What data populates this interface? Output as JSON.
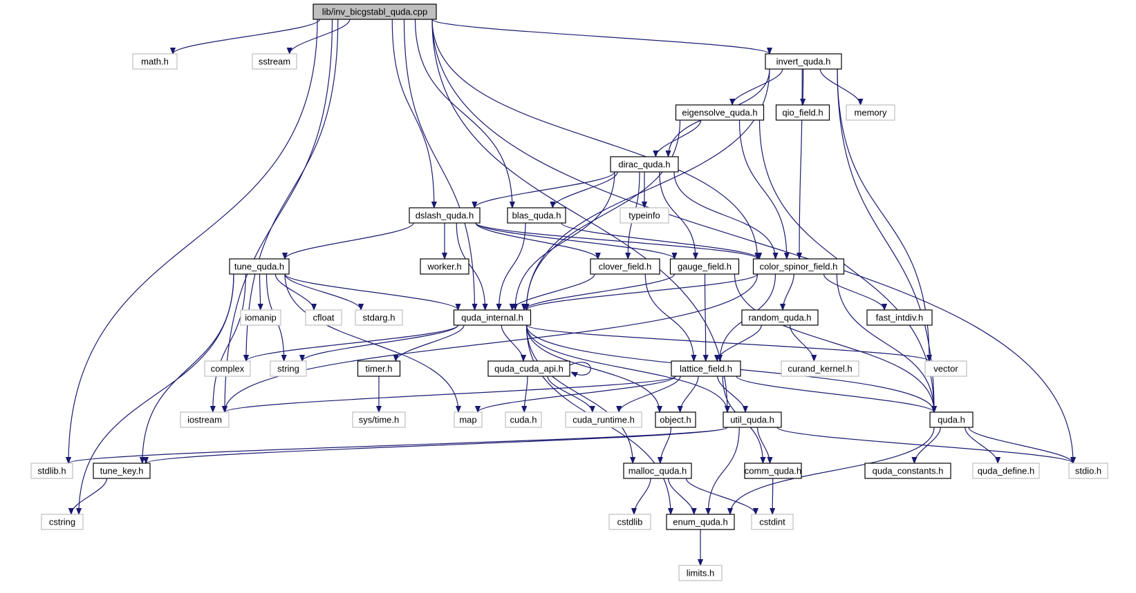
{
  "diagram": {
    "root": "lib/inv_bicgstabl_quda.cpp",
    "colors": {
      "edge": "#191970",
      "root_fill": "#bfbfbf",
      "header_border": "#000000",
      "system_border": "#bfbfbf"
    },
    "nodes": [
      {
        "id": "root",
        "label": "lib/inv_bicgstabl_quda.cpp",
        "kind": "root"
      },
      {
        "id": "math",
        "label": "math.h",
        "kind": "system"
      },
      {
        "id": "sstream",
        "label": "sstream",
        "kind": "system"
      },
      {
        "id": "invert",
        "label": "invert_quda.h",
        "kind": "header"
      },
      {
        "id": "eigensolve",
        "label": "eigensolve_quda.h",
        "kind": "header"
      },
      {
        "id": "qio",
        "label": "qio_field.h",
        "kind": "header"
      },
      {
        "id": "memory",
        "label": "memory",
        "kind": "system"
      },
      {
        "id": "dirac",
        "label": "dirac_quda.h",
        "kind": "header"
      },
      {
        "id": "dslash",
        "label": "dslash_quda.h",
        "kind": "header"
      },
      {
        "id": "blas",
        "label": "blas_quda.h",
        "kind": "header"
      },
      {
        "id": "typeinfo",
        "label": "typeinfo",
        "kind": "system"
      },
      {
        "id": "tune",
        "label": "tune_quda.h",
        "kind": "header"
      },
      {
        "id": "worker",
        "label": "worker.h",
        "kind": "header"
      },
      {
        "id": "clover",
        "label": "clover_field.h",
        "kind": "header"
      },
      {
        "id": "gauge",
        "label": "gauge_field.h",
        "kind": "header"
      },
      {
        "id": "csf",
        "label": "color_spinor_field.h",
        "kind": "header"
      },
      {
        "id": "iomanip",
        "label": "iomanip",
        "kind": "system"
      },
      {
        "id": "cfloat",
        "label": "cfloat",
        "kind": "system"
      },
      {
        "id": "stdarg",
        "label": "stdarg.h",
        "kind": "system"
      },
      {
        "id": "qinternal",
        "label": "quda_internal.h",
        "kind": "header"
      },
      {
        "id": "random",
        "label": "random_quda.h",
        "kind": "header"
      },
      {
        "id": "fastintdiv",
        "label": "fast_intdiv.h",
        "kind": "header"
      },
      {
        "id": "complex",
        "label": "complex",
        "kind": "system"
      },
      {
        "id": "string",
        "label": "string",
        "kind": "system"
      },
      {
        "id": "timer",
        "label": "timer.h",
        "kind": "header"
      },
      {
        "id": "cudaapi",
        "label": "quda_cuda_api.h",
        "kind": "header"
      },
      {
        "id": "lattice",
        "label": "lattice_field.h",
        "kind": "header"
      },
      {
        "id": "curand",
        "label": "curand_kernel.h",
        "kind": "system"
      },
      {
        "id": "vector",
        "label": "vector",
        "kind": "system"
      },
      {
        "id": "iostream",
        "label": "iostream",
        "kind": "system"
      },
      {
        "id": "systime",
        "label": "sys/time.h",
        "kind": "system"
      },
      {
        "id": "map",
        "label": "map",
        "kind": "system"
      },
      {
        "id": "cudah",
        "label": "cuda.h",
        "kind": "system"
      },
      {
        "id": "cudart",
        "label": "cuda_runtime.h",
        "kind": "system"
      },
      {
        "id": "object",
        "label": "object.h",
        "kind": "header"
      },
      {
        "id": "util",
        "label": "util_quda.h",
        "kind": "header"
      },
      {
        "id": "quda",
        "label": "quda.h",
        "kind": "header"
      },
      {
        "id": "stdlib",
        "label": "stdlib.h",
        "kind": "system"
      },
      {
        "id": "tunekey",
        "label": "tune_key.h",
        "kind": "header"
      },
      {
        "id": "malloc",
        "label": "malloc_quda.h",
        "kind": "header"
      },
      {
        "id": "comm",
        "label": "comm_quda.h",
        "kind": "header"
      },
      {
        "id": "constants",
        "label": "quda_constants.h",
        "kind": "header"
      },
      {
        "id": "define",
        "label": "quda_define.h",
        "kind": "system"
      },
      {
        "id": "stdio",
        "label": "stdio.h",
        "kind": "system"
      },
      {
        "id": "cstring",
        "label": "cstring",
        "kind": "system"
      },
      {
        "id": "cstdlib",
        "label": "cstdlib",
        "kind": "system"
      },
      {
        "id": "enum",
        "label": "enum_quda.h",
        "kind": "header"
      },
      {
        "id": "cstdint",
        "label": "cstdint",
        "kind": "system"
      },
      {
        "id": "limits",
        "label": "limits.h",
        "kind": "system"
      }
    ],
    "edges": [
      [
        "root",
        "math"
      ],
      [
        "root",
        "sstream"
      ],
      [
        "root",
        "invert"
      ],
      [
        "root",
        "stdlib"
      ],
      [
        "root",
        "iostream"
      ],
      [
        "root",
        "complex"
      ],
      [
        "root",
        "qinternal"
      ],
      [
        "root",
        "dslash"
      ],
      [
        "root",
        "blas"
      ],
      [
        "root",
        "csf"
      ],
      [
        "root",
        "util"
      ],
      [
        "root",
        "stdio"
      ],
      [
        "invert",
        "eigensolve"
      ],
      [
        "invert",
        "qio"
      ],
      [
        "invert",
        "memory"
      ],
      [
        "invert",
        "dirac"
      ],
      [
        "invert",
        "qinternal"
      ],
      [
        "invert",
        "csf"
      ],
      [
        "invert",
        "vector"
      ],
      [
        "invert",
        "quda"
      ],
      [
        "eigensolve",
        "dirac"
      ],
      [
        "eigensolve",
        "qinternal"
      ],
      [
        "eigensolve",
        "csf"
      ],
      [
        "eigensolve",
        "quda"
      ],
      [
        "dirac",
        "dslash"
      ],
      [
        "dirac",
        "blas"
      ],
      [
        "dirac",
        "typeinfo"
      ],
      [
        "dirac",
        "qinternal"
      ],
      [
        "dirac",
        "clover"
      ],
      [
        "dirac",
        "gauge"
      ],
      [
        "dirac",
        "csf"
      ],
      [
        "dslash",
        "tune"
      ],
      [
        "dslash",
        "worker"
      ],
      [
        "dslash",
        "qinternal"
      ],
      [
        "dslash",
        "clover"
      ],
      [
        "dslash",
        "gauge"
      ],
      [
        "dslash",
        "csf"
      ],
      [
        "blas",
        "qinternal"
      ],
      [
        "blas",
        "csf"
      ],
      [
        "tune",
        "iomanip"
      ],
      [
        "tune",
        "cfloat"
      ],
      [
        "tune",
        "stdarg"
      ],
      [
        "tune",
        "qinternal"
      ],
      [
        "tune",
        "string"
      ],
      [
        "tune",
        "iostream"
      ],
      [
        "tune",
        "tunekey"
      ],
      [
        "tune",
        "cstring"
      ],
      [
        "tune",
        "map"
      ],
      [
        "clover",
        "qinternal"
      ],
      [
        "clover",
        "lattice"
      ],
      [
        "gauge",
        "qinternal"
      ],
      [
        "gauge",
        "lattice"
      ],
      [
        "gauge",
        "quda"
      ],
      [
        "csf",
        "qinternal"
      ],
      [
        "csf",
        "random"
      ],
      [
        "csf",
        "fastintdiv"
      ],
      [
        "csf",
        "lattice"
      ],
      [
        "csf",
        "iostream"
      ],
      [
        "csf",
        "quda"
      ],
      [
        "qinternal",
        "complex"
      ],
      [
        "qinternal",
        "string"
      ],
      [
        "qinternal",
        "timer"
      ],
      [
        "qinternal",
        "cudaapi"
      ],
      [
        "qinternal",
        "vector"
      ],
      [
        "qinternal",
        "object"
      ],
      [
        "qinternal",
        "util"
      ],
      [
        "qinternal",
        "quda"
      ],
      [
        "qinternal",
        "malloc"
      ],
      [
        "qinternal",
        "enum"
      ],
      [
        "random",
        "lattice"
      ],
      [
        "random",
        "curand"
      ],
      [
        "timer",
        "systime"
      ],
      [
        "cudaapi",
        "cudaapi"
      ],
      [
        "cudaapi",
        "cudah"
      ],
      [
        "cudaapi",
        "cudart"
      ],
      [
        "lattice",
        "iostream"
      ],
      [
        "lattice",
        "map"
      ],
      [
        "lattice",
        "cudart"
      ],
      [
        "lattice",
        "object"
      ],
      [
        "lattice",
        "util"
      ],
      [
        "lattice",
        "quda"
      ],
      [
        "lattice",
        "comm"
      ],
      [
        "object",
        "malloc"
      ],
      [
        "util",
        "stdlib"
      ],
      [
        "util",
        "tunekey"
      ],
      [
        "util",
        "comm"
      ],
      [
        "util",
        "enum"
      ],
      [
        "util",
        "stdio"
      ],
      [
        "quda",
        "constants"
      ],
      [
        "quda",
        "define"
      ],
      [
        "quda",
        "stdio"
      ],
      [
        "quda",
        "enum"
      ],
      [
        "tunekey",
        "cstring"
      ],
      [
        "malloc",
        "cstdlib"
      ],
      [
        "malloc",
        "enum"
      ],
      [
        "malloc",
        "cstdint"
      ],
      [
        "comm",
        "cstdint"
      ],
      [
        "enum",
        "limits"
      ]
    ]
  }
}
